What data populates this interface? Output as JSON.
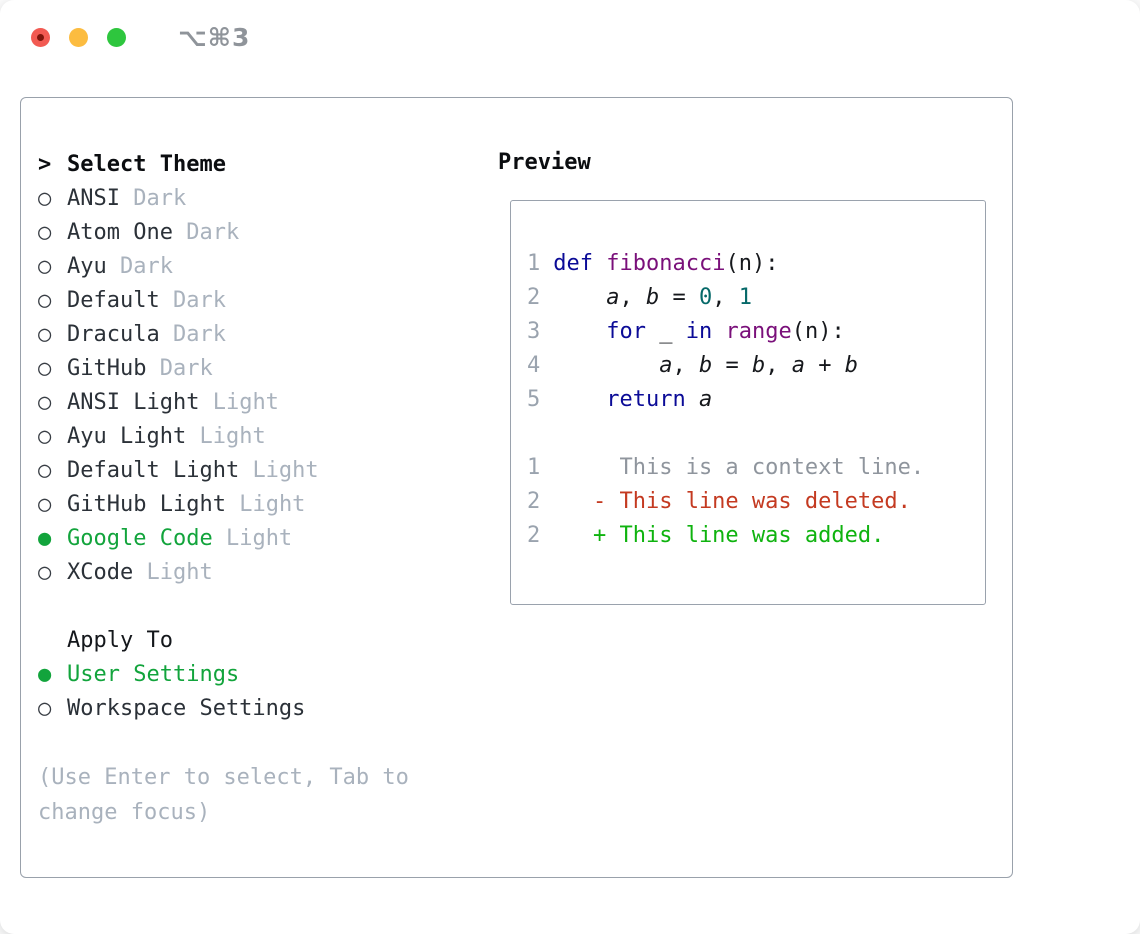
{
  "window": {
    "title": "⌥⌘3"
  },
  "colors": {
    "keyword": "#0b0b97",
    "function": "#7a107a",
    "number": "#066969",
    "text": "#16181c",
    "line_number": "#9aa3ae",
    "context": "#8f959d",
    "deleted": "#c43a21",
    "added": "#0fb30f",
    "selected_green": "#12a43c",
    "muted": "#a9b2bd",
    "border": "#99a1ab",
    "traffic_red": "#f25a52",
    "traffic_yellow": "#fcbc40",
    "traffic_green": "#2ec63e",
    "title_gray": "#8f949a"
  },
  "select_theme": {
    "header_prefix": ">",
    "header": "Select Theme",
    "themes": [
      {
        "name": "ANSI",
        "variant": "Dark",
        "selected": false
      },
      {
        "name": "Atom One",
        "variant": "Dark",
        "selected": false
      },
      {
        "name": "Ayu",
        "variant": "Dark",
        "selected": false
      },
      {
        "name": "Default",
        "variant": "Dark",
        "selected": false
      },
      {
        "name": "Dracula",
        "variant": "Dark",
        "selected": false
      },
      {
        "name": "GitHub",
        "variant": "Dark",
        "selected": false
      },
      {
        "name": "ANSI Light",
        "variant": "Light",
        "selected": false
      },
      {
        "name": "Ayu Light",
        "variant": "Light",
        "selected": false
      },
      {
        "name": "Default Light",
        "variant": "Light",
        "selected": false
      },
      {
        "name": "GitHub Light",
        "variant": "Light",
        "selected": false
      },
      {
        "name": "Google Code",
        "variant": "Light",
        "selected": true
      },
      {
        "name": "XCode",
        "variant": "Light",
        "selected": false
      }
    ]
  },
  "apply_to": {
    "header": "Apply To",
    "targets": [
      {
        "label": "User Settings",
        "selected": true
      },
      {
        "label": "Workspace Settings",
        "selected": false
      }
    ]
  },
  "hint": "(Use Enter to select, Tab to change focus)",
  "preview": {
    "header": "Preview",
    "code": [
      {
        "num": "1",
        "segs": [
          [
            "pl",
            " "
          ],
          [
            "kw",
            "def"
          ],
          [
            "pl",
            " "
          ],
          [
            "fn",
            "fibonacci"
          ],
          [
            "pl",
            "(n):"
          ]
        ]
      },
      {
        "num": "2",
        "segs": [
          [
            "pl",
            "     "
          ],
          [
            "va",
            "a"
          ],
          [
            "pl",
            ", "
          ],
          [
            "va",
            "b"
          ],
          [
            "pl",
            " = "
          ],
          [
            "nm",
            "0"
          ],
          [
            "pl",
            ", "
          ],
          [
            "nm",
            "1"
          ]
        ]
      },
      {
        "num": "3",
        "segs": [
          [
            "pl",
            "     "
          ],
          [
            "kw",
            "for"
          ],
          [
            "pl",
            " _ "
          ],
          [
            "kw",
            "in"
          ],
          [
            "pl",
            " "
          ],
          [
            "fn",
            "range"
          ],
          [
            "pl",
            "(n):"
          ]
        ]
      },
      {
        "num": "4",
        "segs": [
          [
            "pl",
            "         "
          ],
          [
            "va",
            "a"
          ],
          [
            "pl",
            ", "
          ],
          [
            "va",
            "b"
          ],
          [
            "pl",
            " = "
          ],
          [
            "va",
            "b"
          ],
          [
            "pl",
            ", "
          ],
          [
            "va",
            "a"
          ],
          [
            "pl",
            " + "
          ],
          [
            "va",
            "b"
          ]
        ]
      },
      {
        "num": "5",
        "segs": [
          [
            "pl",
            "     "
          ],
          [
            "kw",
            "return"
          ],
          [
            "pl",
            " "
          ],
          [
            "va",
            "a"
          ]
        ]
      }
    ],
    "diff": [
      {
        "num": "1",
        "segs": [
          [
            "ctx",
            "      This is a context line."
          ]
        ]
      },
      {
        "num": "2",
        "segs": [
          [
            "del",
            "    - This line was deleted."
          ]
        ]
      },
      {
        "num": "2",
        "segs": [
          [
            "add",
            "    + This line was added."
          ]
        ]
      }
    ]
  }
}
